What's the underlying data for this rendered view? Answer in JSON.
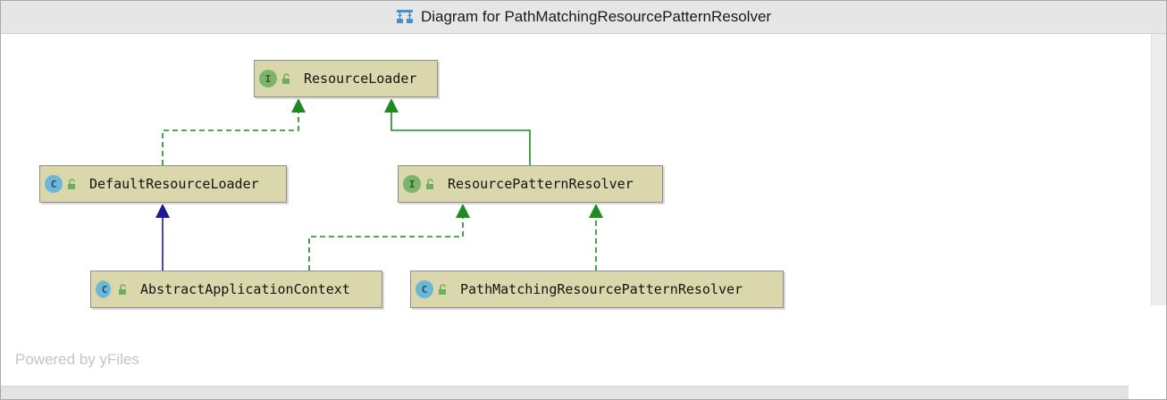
{
  "window": {
    "title": "Diagram for PathMatchingResourcePatternResolver",
    "title_icon": "class-diagram-icon"
  },
  "diagram": {
    "nodes": [
      {
        "id": "resource-loader",
        "label": "ResourceLoader",
        "kind": "interface",
        "badge": "I",
        "access_icon": "unlocked-icon"
      },
      {
        "id": "default-resource-loader",
        "label": "DefaultResourceLoader",
        "kind": "class",
        "badge": "C",
        "access_icon": "unlocked-icon"
      },
      {
        "id": "resource-pattern-resolver",
        "label": "ResourcePatternResolver",
        "kind": "interface",
        "badge": "I",
        "access_icon": "unlocked-icon"
      },
      {
        "id": "abstract-application-context",
        "label": "AbstractApplicationContext",
        "kind": "abstract",
        "badge": "C",
        "access_icon": "unlocked-icon"
      },
      {
        "id": "path-matching-resource-pattern-resolver",
        "label": "PathMatchingResourcePatternResolver",
        "kind": "class",
        "badge": "C",
        "access_icon": "unlocked-icon"
      }
    ],
    "edges": [
      {
        "from": "default-resource-loader",
        "to": "resource-loader",
        "type": "implements"
      },
      {
        "from": "resource-pattern-resolver",
        "to": "resource-loader",
        "type": "extends-interface"
      },
      {
        "from": "abstract-application-context",
        "to": "default-resource-loader",
        "type": "extends"
      },
      {
        "from": "abstract-application-context",
        "to": "resource-pattern-resolver",
        "type": "implements"
      },
      {
        "from": "path-matching-resource-pattern-resolver",
        "to": "resource-pattern-resolver",
        "type": "implements"
      }
    ],
    "colors": {
      "implements": "#1f8a1f",
      "extends-interface": "#1f8a1f",
      "extends": "#1c1c8f",
      "node_fill": "#d9d7ab",
      "interface_badge": "#7cb46b",
      "class_badge": "#6cb7d6"
    },
    "watermark": "Powered by yFiles"
  }
}
